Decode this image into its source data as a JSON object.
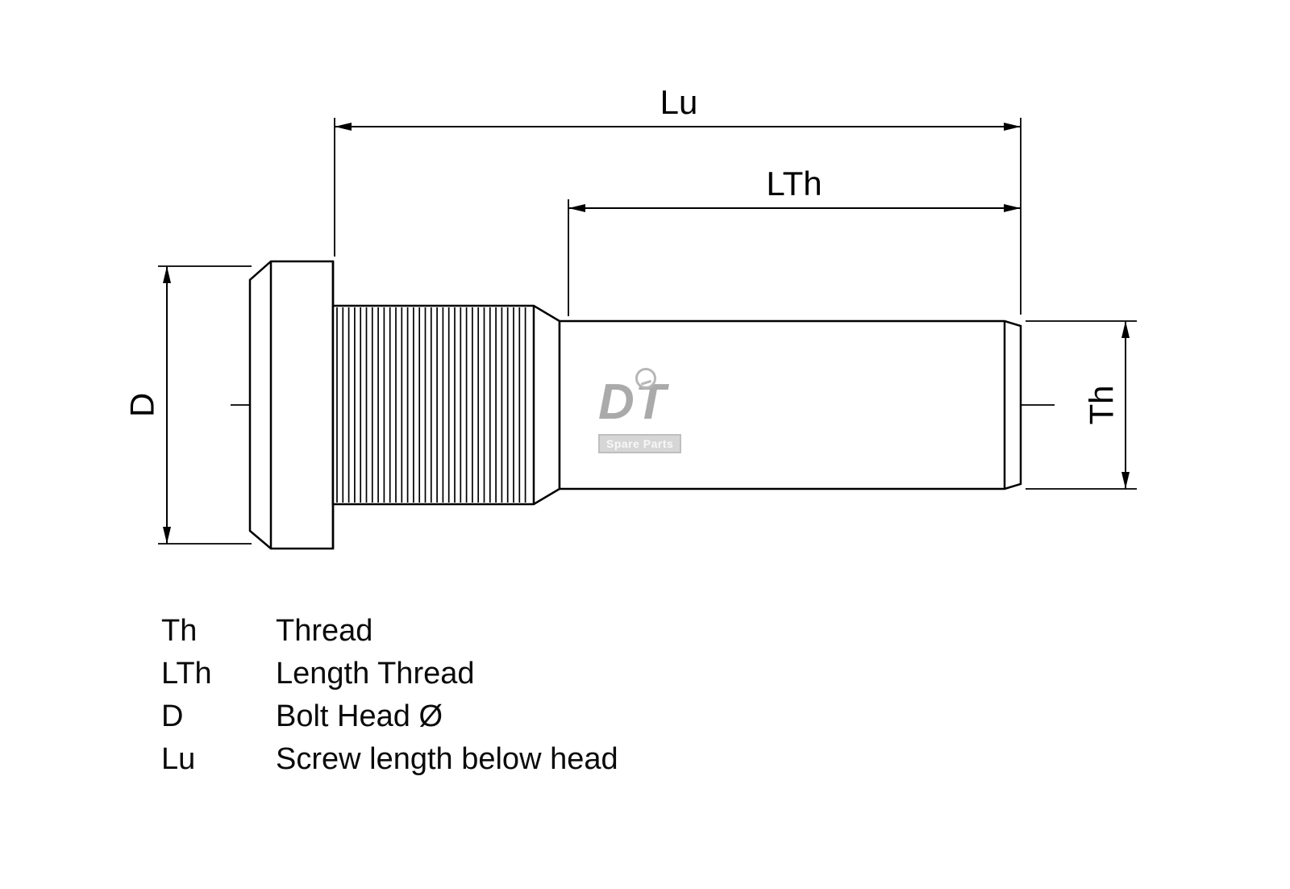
{
  "diagram": {
    "labels": {
      "lu": "Lu",
      "lth": "LTh",
      "d": "D",
      "th": "Th"
    }
  },
  "legend": {
    "rows": [
      {
        "abbr": "Th",
        "desc": "Thread"
      },
      {
        "abbr": "LTh",
        "desc": "Length Thread"
      },
      {
        "abbr": "D",
        "desc": "Bolt Head Ø"
      },
      {
        "abbr": "Lu",
        "desc": "Screw length below head"
      }
    ]
  },
  "watermark": {
    "logo": "DT",
    "subtitle": "Spare Parts"
  },
  "colors": {
    "line": "#000000",
    "watermark": "#9c9c9c",
    "background": "#ffffff"
  }
}
